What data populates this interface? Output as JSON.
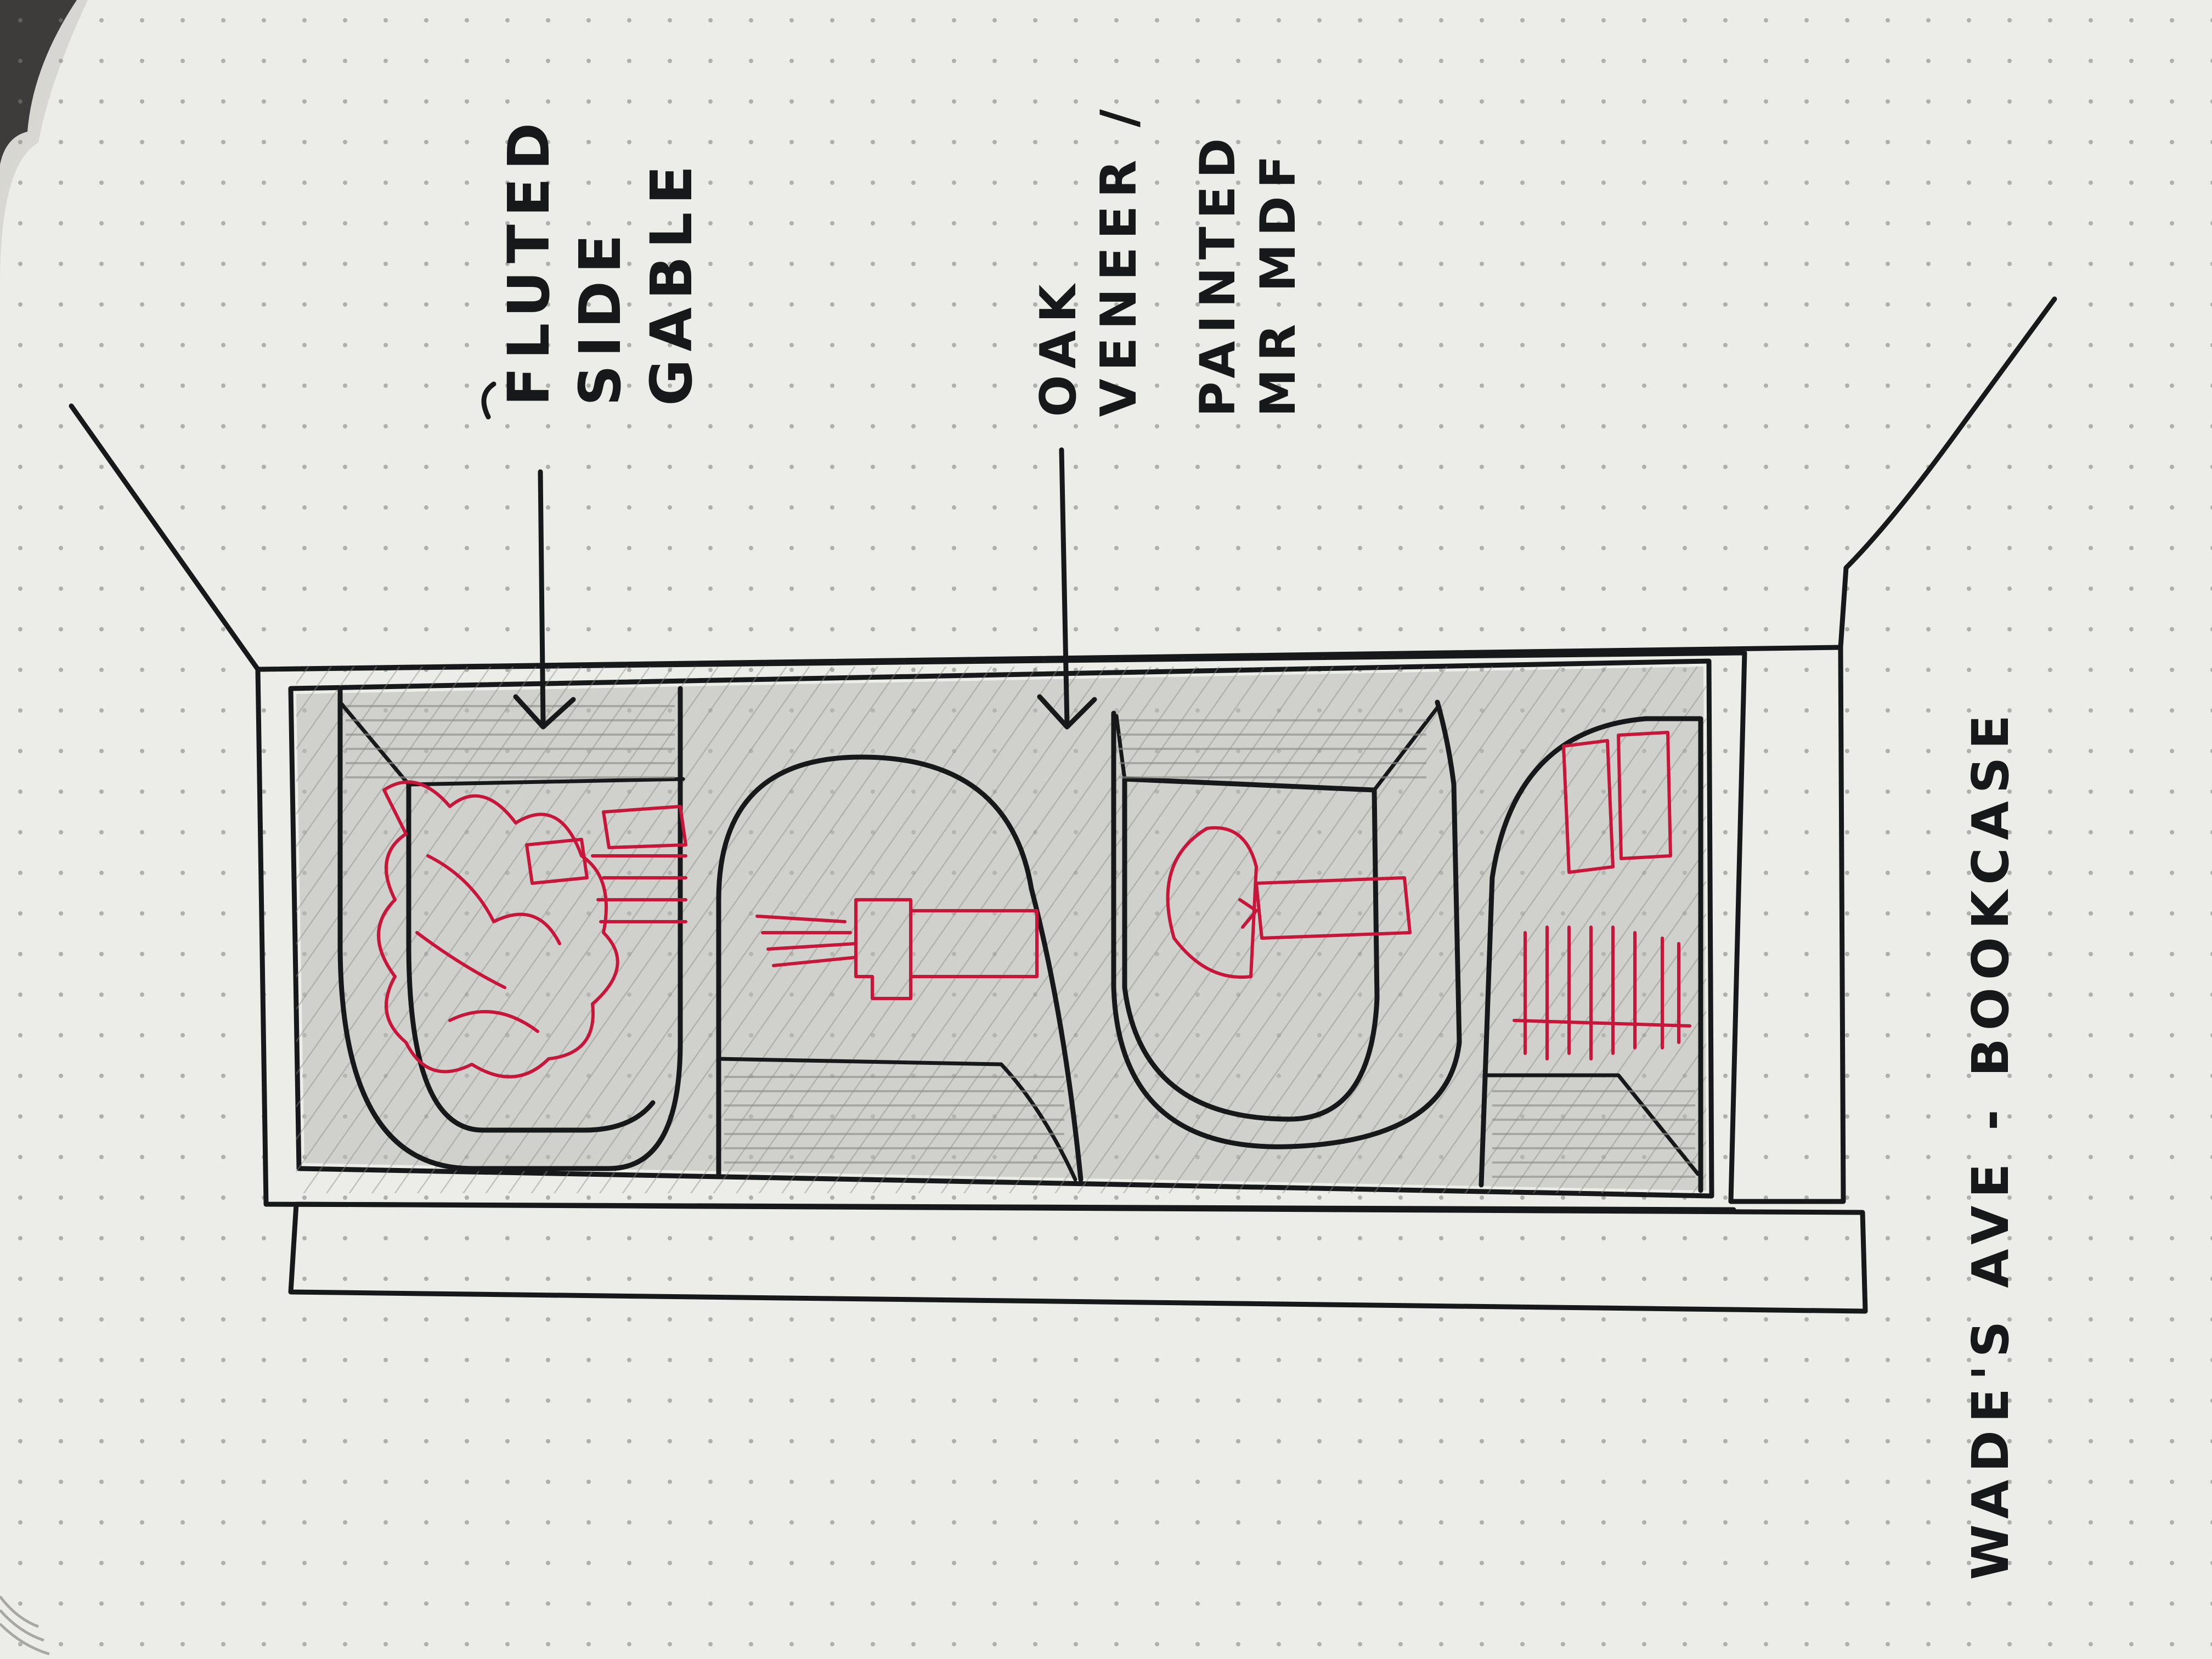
{
  "sketch": {
    "annotations": {
      "fluted_side_gable": [
        "FLUTED",
        "SIDE",
        "GABLE"
      ],
      "oak_veneer": [
        "OAK",
        "VENEER /"
      ],
      "painted_mr_mdf": [
        "PAINTED",
        "MR MDF"
      ]
    },
    "caption": "WADE'S AVE - BOOKCASE"
  },
  "colors": {
    "paper": "#efefec",
    "ink": "#17181a",
    "red_pen": "#c8163b",
    "pencil_shading": "#b9b9b6"
  }
}
